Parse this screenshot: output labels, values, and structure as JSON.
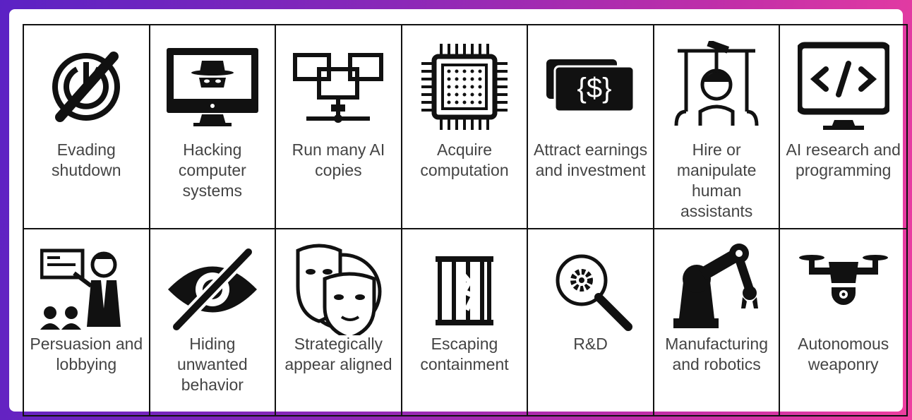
{
  "colors": {
    "icon": "#111111",
    "text": "#444444"
  },
  "cells": [
    {
      "label": "Evading shutdown",
      "icon": "power-off-icon"
    },
    {
      "label": "Hacking computer systems",
      "icon": "hacker-monitor-icon"
    },
    {
      "label": "Run many AI copies",
      "icon": "network-computers-icon"
    },
    {
      "label": "Acquire computation",
      "icon": "cpu-chip-icon"
    },
    {
      "label": "Attract earnings and investment",
      "icon": "money-icon"
    },
    {
      "label": "Hire or manipulate human assistants",
      "icon": "puppet-icon"
    },
    {
      "label": "AI research and programming",
      "icon": "code-monitor-icon"
    },
    {
      "label": "Persuasion and lobbying",
      "icon": "presenter-icon"
    },
    {
      "label": "Hiding unwanted behavior",
      "icon": "eye-slash-icon"
    },
    {
      "label": "Strategically appear aligned",
      "icon": "masks-icon"
    },
    {
      "label": "Escaping containment",
      "icon": "cage-icon"
    },
    {
      "label": "R&D",
      "icon": "magnifier-gear-icon"
    },
    {
      "label": "Manufacturing and robotics",
      "icon": "robot-arm-icon"
    },
    {
      "label": "Autonomous weaponry",
      "icon": "drone-icon"
    }
  ]
}
